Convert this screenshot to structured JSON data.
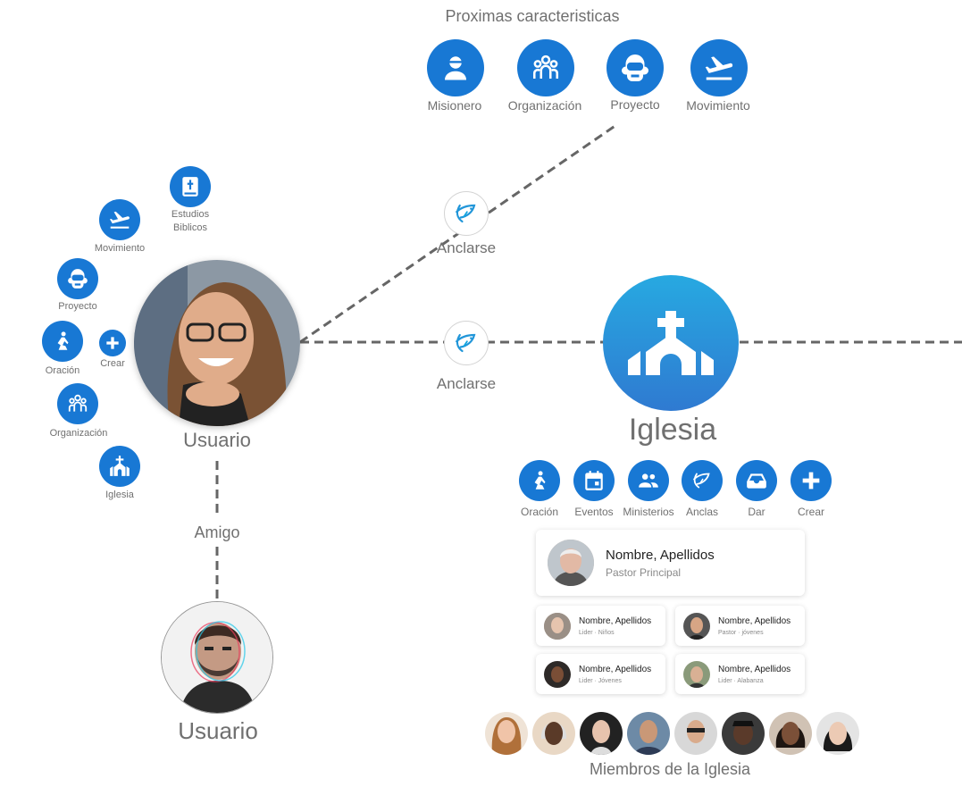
{
  "upcoming": {
    "title": "Proximas caracteristicas",
    "items": [
      {
        "label": "Misionero",
        "icon": "missionary-icon"
      },
      {
        "label": "Organización",
        "icon": "organization-icon"
      },
      {
        "label": "Proyecto",
        "icon": "project-icon"
      },
      {
        "label": "Movimiento",
        "icon": "movement-icon"
      }
    ]
  },
  "user_actions": [
    {
      "label": "Estudios\nBiblicos",
      "icon": "bible-icon"
    },
    {
      "label": "Movimiento",
      "icon": "movement-icon"
    },
    {
      "label": "Proyecto",
      "icon": "project-icon"
    },
    {
      "label": "Oración",
      "icon": "prayer-icon"
    },
    {
      "label": "Crear",
      "icon": "plus-icon"
    },
    {
      "label": "Organización",
      "icon": "organization-icon"
    },
    {
      "label": "Iglesia",
      "icon": "church-icon"
    }
  ],
  "user_label": "Usuario",
  "friend_label": "Amigo",
  "friend_user_label": "Usuario",
  "anchor_top_label": "Anclarse",
  "anchor_mid_label": "Anclarse",
  "church": {
    "title": "Iglesia",
    "actions": [
      {
        "label": "Oración",
        "icon": "prayer-icon"
      },
      {
        "label": "Eventos",
        "icon": "calendar-icon"
      },
      {
        "label": "Ministerios",
        "icon": "people-icon"
      },
      {
        "label": "Anclas",
        "icon": "anchor-fish-icon"
      },
      {
        "label": "Dar",
        "icon": "inbox-icon"
      },
      {
        "label": "Crear",
        "icon": "plus-icon"
      }
    ],
    "pastor": {
      "name": "Nombre, Apellidos",
      "role": "Pastor Principal"
    },
    "leaders": [
      {
        "name": "Nombre, Apellidos",
        "role": "Lider · Niños"
      },
      {
        "name": "Nombre, Apellidos",
        "role": "Pastor · jóvenes"
      },
      {
        "name": "Nombre, Apellidos",
        "role": "Lider · Jóvenes"
      },
      {
        "name": "Nombre, Apellidos",
        "role": "Lider · Alabanza"
      }
    ],
    "members_label": "Miembros de la Iglesia",
    "member_count": 8
  },
  "colors": {
    "icon_blue": "#1878d4",
    "church_gradient_top": "#27a9e1",
    "church_gradient_bottom": "#2f7ad1",
    "line": "#666666"
  }
}
